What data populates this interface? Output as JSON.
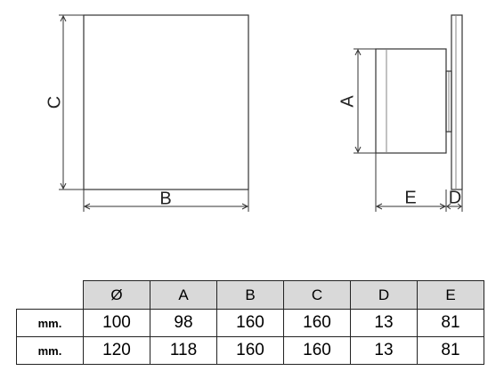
{
  "diagram": {
    "front_view": {
      "width_label": "B",
      "height_label": "C"
    },
    "side_view": {
      "height_label": "A",
      "depth_label": "E",
      "plate_label": "D"
    }
  },
  "table": {
    "headers": [
      "Ø",
      "A",
      "B",
      "C",
      "D",
      "E"
    ],
    "rows": [
      {
        "unit": "mm.",
        "values": [
          "100",
          "98",
          "160",
          "160",
          "13",
          "81"
        ]
      },
      {
        "unit": "mm.",
        "values": [
          "120",
          "118",
          "160",
          "160",
          "13",
          "81"
        ]
      }
    ]
  }
}
